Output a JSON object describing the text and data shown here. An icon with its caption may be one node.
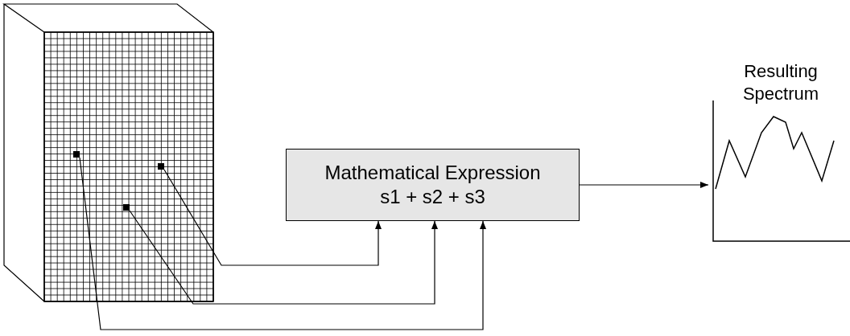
{
  "diagram": {
    "nodes": [
      {
        "text": [],
        "shape": "cube"
      },
      {
        "text": [],
        "shape": "point",
        "in": 0
      },
      {
        "text": [],
        "shape": "point",
        "in": 0
      },
      {
        "text": [],
        "shape": "point",
        "in": 0
      },
      {
        "text": [
          "Mathematical Expression",
          "s1 + s2 + s3"
        ]
      },
      {
        "text": [
          "Resulting Spectrum"
        ]
      }
    ],
    "edges": [
      {
        "from": 3,
        "to": 4,
        "arrow": "to"
      },
      {
        "from": 2,
        "to": 4,
        "arrow": "to"
      },
      {
        "from": 1,
        "to": 4,
        "arrow": "to"
      },
      {
        "from": 4,
        "to": 5,
        "arrow": "to"
      }
    ]
  }
}
